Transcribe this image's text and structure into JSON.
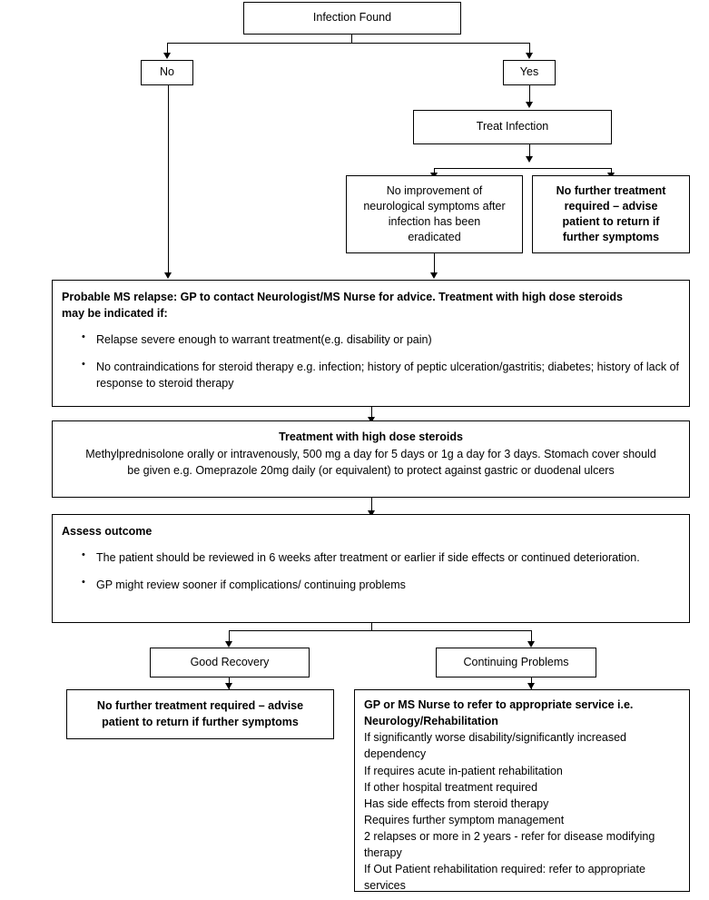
{
  "title": "Multiple Sclerosis Relapse Management Pathway",
  "colors": {
    "line": "#000000",
    "box_border": "#000000",
    "background": "#ffffff",
    "text": "#000000"
  },
  "nodes": {
    "infection_found": {
      "label": "Infection Found"
    },
    "branch_no": {
      "label": "No"
    },
    "branch_yes": {
      "label": "Yes"
    },
    "treat_infection": {
      "label": "Treat Infection"
    },
    "no_improvement": {
      "lines": [
        "No improvement of",
        "neurological symptoms after",
        "infection has been",
        "eradicated"
      ]
    },
    "no_further_treatment_top": {
      "lines": [
        "No further treatment",
        "required – advise",
        "patient to return if",
        "further symptoms"
      ]
    },
    "probable_relapse": {
      "heading_line1": "Probable MS relapse: GP to contact Neurologist/MS Nurse for advice.  Treatment with high dose steroids",
      "heading_line2": "may be indicated if:",
      "bullets": [
        "Relapse severe enough to warrant treatment(e.g. disability or pain)",
        "No contraindications for steroid therapy e.g. infection; history of peptic ulceration/gastritis; diabetes; history of lack of response to steroid therapy"
      ]
    },
    "steroid_treatment": {
      "title": "Treatment with high dose steroids",
      "line1": "Methylprednisolone orally or intravenously, 500 mg a day for 5 days or 1g a day for 3 days. Stomach cover should",
      "line2": "be given e.g. Omeprazole 20mg daily (or equivalent) to protect against gastric or duodenal ulcers"
    },
    "assess_outcome": {
      "title": "Assess outcome",
      "bullets": [
        "The patient should be reviewed in 6 weeks after treatment or earlier if side effects or continued deterioration.",
        "GP might review sooner if complications/ continuing problems"
      ]
    },
    "good_recovery": {
      "label": "Good Recovery"
    },
    "continuing_problems": {
      "label": "Continuing Problems"
    },
    "no_further_treatment_bottom": {
      "lines": [
        "No further treatment required – advise",
        "patient to return if further symptoms"
      ]
    },
    "refer_service": {
      "heading_line1": "GP or MS Nurse to refer to appropriate service i.e.",
      "heading_line2": "Neurology/Rehabilitation",
      "items": [
        "If significantly worse disability/significantly increased",
        "dependency",
        "If requires acute in-patient rehabilitation",
        "If other hospital treatment required",
        "Has side effects from steroid therapy",
        "Requires further symptom management",
        "2 relapses or more in 2 years - refer for disease modifying",
        "therapy",
        "If Out Patient rehabilitation required: refer to appropriate",
        "services"
      ]
    }
  }
}
